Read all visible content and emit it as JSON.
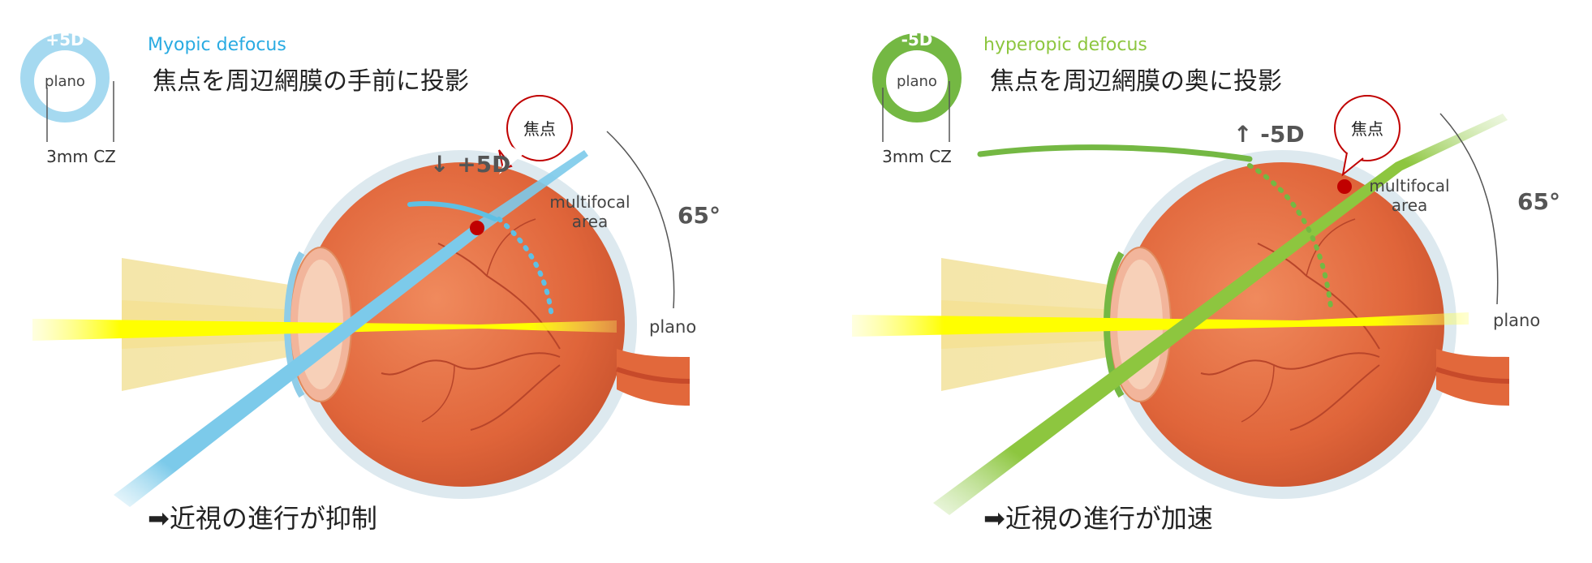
{
  "left": {
    "ring_power": "+5D",
    "ring_center": "plano",
    "cz_label": "3mm CZ",
    "defocus_title": "Myopic defocus",
    "description": "焦点を周辺網膜の手前に投影",
    "focus_callout": "焦点",
    "arrow_power": "↓ +5D",
    "multifocal_line1": "multifocal",
    "multifocal_line2": "area",
    "angle": "65°",
    "plano_label": "plano",
    "conclusion": "➡近視の進行が抑制",
    "accent_color": "#29abe2",
    "ring_color": "#a5d9f0"
  },
  "right": {
    "ring_power": "-5D",
    "ring_center": "plano",
    "cz_label": "3mm CZ",
    "defocus_title": "hyperopic defocus",
    "description": "焦点を周辺網膜の奥に投影",
    "focus_callout": "焦点",
    "arrow_power": "↑ -5D",
    "multifocal_line1": "multifocal",
    "multifocal_line2": "area",
    "angle": "65°",
    "plano_label": "plano",
    "conclusion": "➡近視の進行が加速",
    "accent_color": "#8dc63f",
    "ring_color": "#74b843"
  }
}
